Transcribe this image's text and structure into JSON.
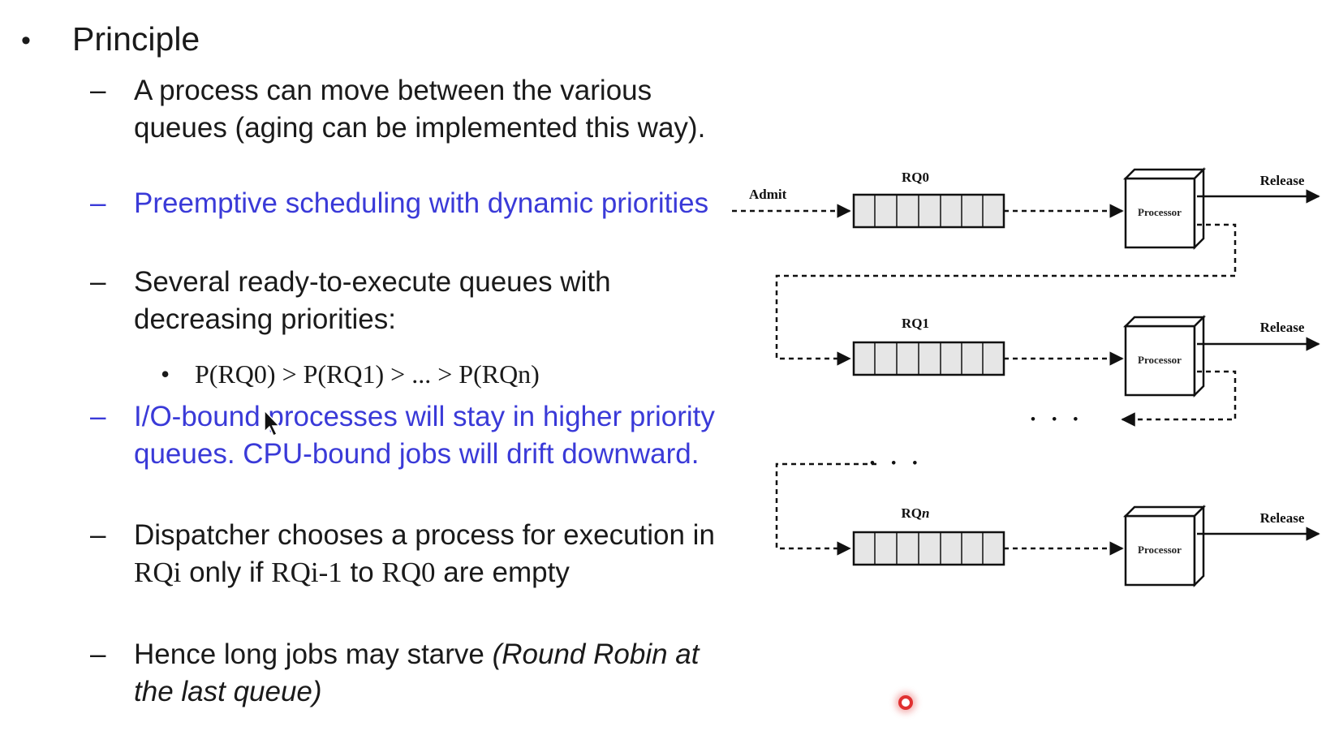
{
  "slide": {
    "bullet": "•",
    "heading": "Principle",
    "dash": "–",
    "items": [
      {
        "text": "A process can move between the various queues (aging can be implemented this way)."
      },
      {
        "text": "Preemptive scheduling with dynamic priorities"
      },
      {
        "text": "Several ready-to-execute queues with decreasing priorities:"
      },
      {
        "text": "I/O-bound processes will stay in higher priority queues. CPU-bound jobs will drift downward."
      },
      {
        "pre": "Dispatcher chooses a process for execution in ",
        "rqi": "RQi",
        "mid1": " only if ",
        "rqi1": "RQi-1",
        "mid2": " to ",
        "rq0": "RQ0",
        "post": " are empty"
      },
      {
        "pre": "Hence long jobs may starve ",
        "italic": "(Round Robin at the last queue)"
      }
    ],
    "subitem": {
      "bullet": "•",
      "text": "P(RQ0) > P(RQ1) > ... > P(RQn)"
    }
  },
  "diagram": {
    "admit_label": "Admit",
    "queues": [
      {
        "label": "RQ0",
        "processor": "Processor",
        "release": "Release"
      },
      {
        "label": "RQ1",
        "processor": "Processor",
        "release": "Release"
      },
      {
        "label_base": "RQ",
        "label_italic": "n",
        "processor": "Processor",
        "release": "Release"
      }
    ],
    "ellipsis": "• • •",
    "colors": {
      "line": "#111111",
      "queue_fill": "#e6e6e6",
      "blue_text": "#3a3ad8"
    }
  },
  "overlay": {
    "icons": [
      "mouse-cursor-icon",
      "recording-indicator-icon"
    ]
  }
}
